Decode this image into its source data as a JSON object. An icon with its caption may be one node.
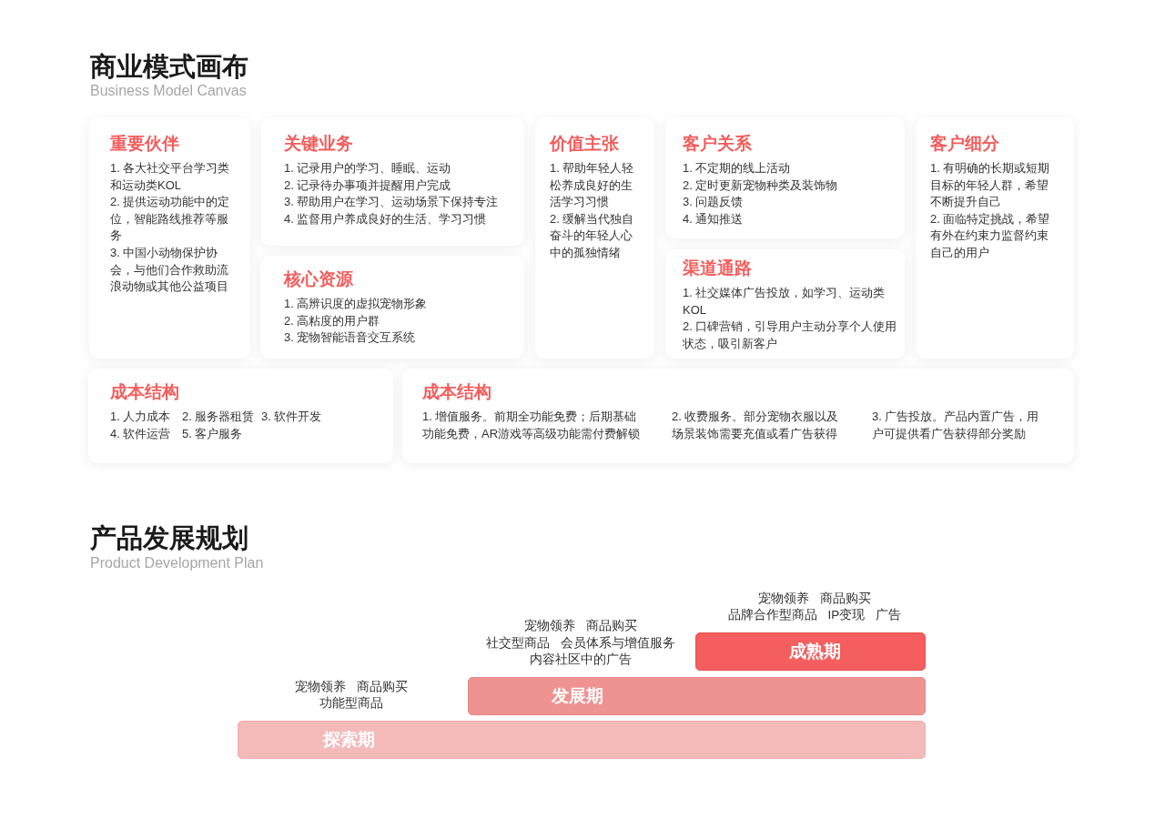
{
  "diagram": {
    "nodes": [
      {
        "text": [
          "重要伙伴",
          "1. 各大社交平台学习类和运动类KOL",
          "2. 提供运动功能中的定位，智能路线推荐等服务",
          "3. 中国小动物保护协会，与他们合作救助流浪动物或其他公益项目"
        ]
      },
      {
        "text": [
          "关键业务",
          "1. 记录用户的学习、睡眠、运动",
          "2. 记录待办事项并提醒用户完成",
          "3. 帮助用户在学习、运动场景下保持专注",
          "4. 监督用户养成良好的生活、学习习惯"
        ]
      },
      {
        "text": [
          "核心资源",
          "1. 高辨识度的虚拟宠物形象",
          "2. 高粘度的用户群",
          "3. 宠物智能语音交互系统"
        ]
      },
      {
        "text": [
          "价值主张",
          "1. 帮助年轻人轻松养成良好的生活学习习惯",
          "2. 缓解当代独自奋斗的年轻人心中的孤独情绪"
        ]
      },
      {
        "text": [
          "客户关系",
          "1. 不定期的线上活动",
          "2. 定时更新宠物种类及装饰物",
          "3. 问题反馈",
          "4. 通知推送"
        ]
      },
      {
        "text": [
          "渠道通路",
          "1. 社交媒体广告投放，如学习、运动类KOL",
          "2. 口碑营销，引导用户主动分享个人使用状态，吸引新客户"
        ]
      },
      {
        "text": [
          "客户细分",
          "1. 有明确的长期或短期目标的年轻人群，希望不断提升自己",
          "2. 面临特定挑战，希望有外在约束力监督约束自己的用户"
        ]
      },
      {
        "text": [
          "成本结构",
          "1. 人力成本",
          "2. 服务器租赁",
          "3. 软件开发",
          "4. 软件运营",
          "5. 客户服务"
        ]
      },
      {
        "text": [
          "成本结构",
          "1. 增值服务。前期全功能免费；后期基础功能免费，AR游戏等高级功能需付费解锁",
          "2. 收费服务。部分宠物衣服以及场景装饰需要充值或看广告获得",
          "3. 广告投放。产品内置广告，用户可提供看广告获得部分奖励"
        ]
      },
      {
        "text": [
          "探索期"
        ],
        "beside": [
          "宠物领养",
          "商品购买",
          "功能型商品"
        ]
      },
      {
        "text": [
          "发展期"
        ],
        "beside": [
          "宠物领养",
          "商品购买",
          "社交型商品",
          "会员体系与增值服务",
          "内容社区中的广告"
        ]
      },
      {
        "text": [
          "成熟期"
        ],
        "beside": [
          "宠物领养",
          "商品购买",
          "品牌合作型商品",
          "IP变现",
          "广告"
        ]
      }
    ],
    "labels": [
      "商业模式画布",
      "Business Model Canvas",
      "产品发展规划",
      "Product Development Plan"
    ]
  }
}
